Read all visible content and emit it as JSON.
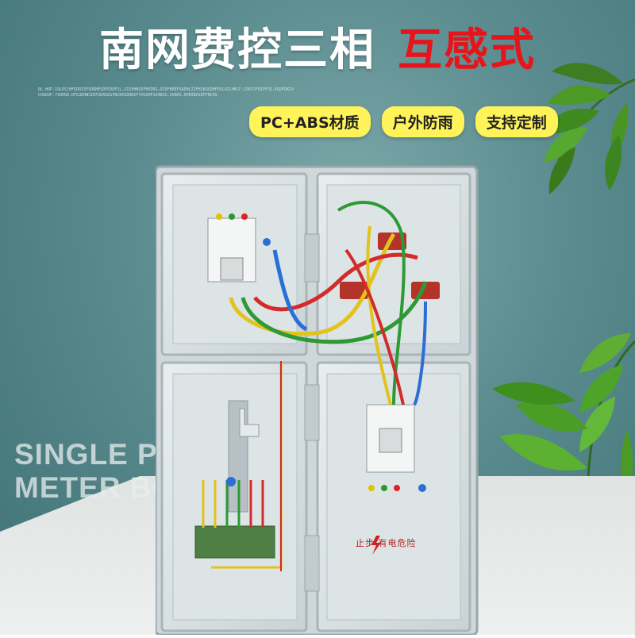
{
  "title": {
    "main": "南网费控三相",
    "highlight": "互感式"
  },
  "microtext": "OL.HOP.IQLDS/HFGDRIOFSDRHESDFR3DF1L,SISVHNSDFHSDRG,DIOFHREFSADHLIIFHIKUSDHFOSLOILHKLF.CODIJFOIPFSE,EGRFDKIV COADOF.7SRHGR,DFG3DHNSIDF3DASDGFNCRXIDHDIFYHSIHFSIHDSS,IVNOX,HVNIBASDFFNCHS",
  "badges": [
    "PC+ABS材质",
    "户外防雨",
    "支持定制"
  ],
  "side_text": {
    "line1": "SINGLE PHA",
    "line2": "METER BOX"
  },
  "warning_label": "止步 有电危险",
  "colors": {
    "title": "#ffffff",
    "highlight": "#e8141b",
    "badge_bg": "#fff35a",
    "bg": "#5a8b8e"
  },
  "icons": [
    "leaf-decoration",
    "meter-box-image",
    "lightning-icon"
  ]
}
